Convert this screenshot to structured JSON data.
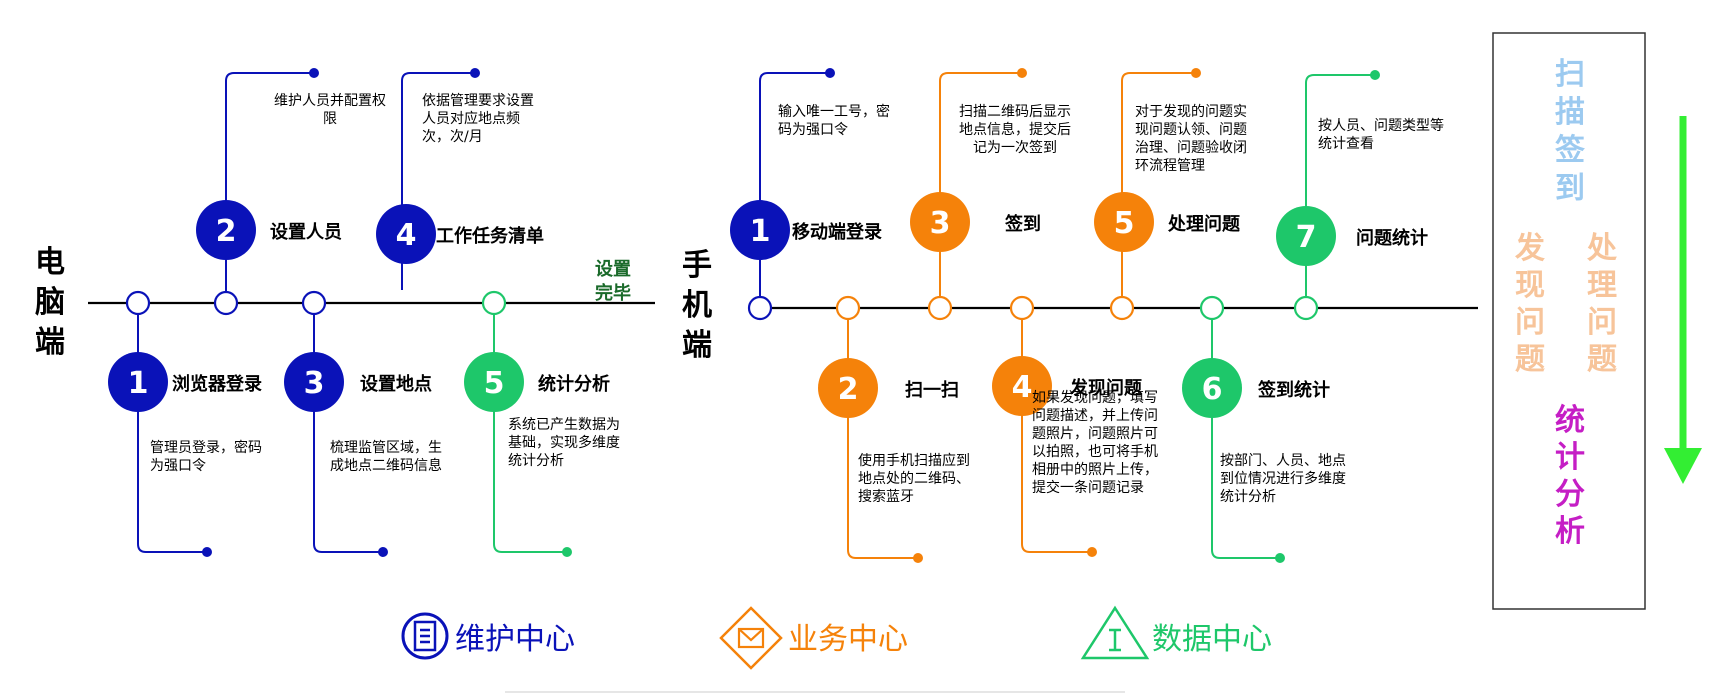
{
  "colors": {
    "maintenance": "#0a12b8",
    "business": "#f5820a",
    "data": "#1ec76a",
    "right_top": "#9ccaf0",
    "right_mid": "#f7c49a",
    "right_bottom": "#c51ec5",
    "arrow": "#33ee33",
    "done_label": "#1a6a2a",
    "line": "#000000"
  },
  "pc": {
    "label_chars": [
      "电",
      "脑",
      "端"
    ],
    "done_chars": [
      "设置",
      "完毕"
    ],
    "steps": [
      {
        "num": "1",
        "title": "浏览器登录",
        "desc": [
          "管理员登录，密码",
          "为强口令"
        ]
      },
      {
        "num": "2",
        "title": "设置人员",
        "desc": [
          "维护人员并配置权",
          "限"
        ]
      },
      {
        "num": "3",
        "title": "设置地点",
        "desc": [
          "梳理监管区域，生",
          "成地点二维码信息"
        ]
      },
      {
        "num": "4",
        "title": "工作任务清单",
        "desc": [
          "依据管理要求设置",
          "人员对应地点频",
          "次，次/月"
        ]
      },
      {
        "num": "5",
        "title": "统计分析",
        "desc": [
          "系统已产生数据为",
          "基础，实现多维度",
          "统计分析"
        ]
      }
    ]
  },
  "mobile": {
    "label_chars": [
      "手",
      "机",
      "端"
    ],
    "steps": [
      {
        "num": "1",
        "title": "移动端登录",
        "desc": [
          "输入唯一工号，密",
          "码为强口令"
        ]
      },
      {
        "num": "2",
        "title": "扫一扫",
        "desc": [
          "使用手机扫描应到",
          "地点处的二维码、",
          "搜索蓝牙"
        ]
      },
      {
        "num": "3",
        "title": "签到",
        "desc": [
          "扫描二维码后显示",
          "地点信息，提交后",
          "记为一次签到"
        ]
      },
      {
        "num": "4",
        "title": "发现问题",
        "desc": [
          "如果发现问题，填写",
          "问题描述，并上传问",
          "题照片，问题照片可",
          "以拍照，也可将手机",
          "相册中的照片上传，",
          "提交一条问题记录"
        ]
      },
      {
        "num": "5",
        "title": "处理问题",
        "desc": [
          "对于发现的问题实",
          "现问题认领、问题",
          "治理、问题验收闭",
          "环流程管理"
        ]
      },
      {
        "num": "6",
        "title": "签到统计",
        "desc": [
          "按部门、人员、地点",
          "到位情况进行多维度",
          "统计分析"
        ]
      },
      {
        "num": "7",
        "title": "问题统计",
        "desc": [
          "按人员、问题类型等",
          "统计查看"
        ]
      }
    ]
  },
  "legend": [
    {
      "icon": "document-icon",
      "label": "维护中心"
    },
    {
      "icon": "envelope-diamond-icon",
      "label": "业务中心"
    },
    {
      "icon": "triangle-icon",
      "label": "数据中心"
    }
  ],
  "right_panel": {
    "top_chars": [
      "扫",
      "描",
      "签",
      "到"
    ],
    "left_col": [
      "发",
      "现",
      "问",
      "题"
    ],
    "right_col": [
      "处",
      "理",
      "问",
      "题"
    ],
    "bottom_chars": [
      "统",
      "计",
      "分",
      "析"
    ]
  }
}
